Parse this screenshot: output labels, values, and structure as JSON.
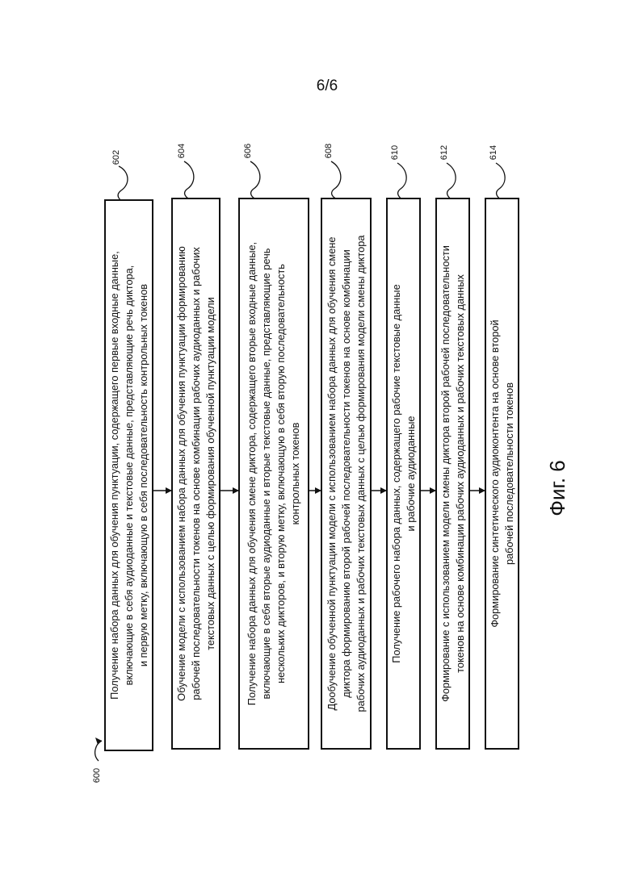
{
  "page_number": "6/6",
  "figure_caption": "Фиг. 6",
  "figure_ref": "600",
  "steps": [
    {
      "ref": "602",
      "text": "Получение набора данных для обучения пунктуации, содержащего первые входные данные,\nвключающие в себя аудиоданные и текстовые данные, представляющие речь диктора,\nи первую метку, включающую в себя последовательность контрольных токенов"
    },
    {
      "ref": "604",
      "text": "Обучение модели с использованием набора данных для обучения пунктуации формированию\nрабочей последовательности токенов на основе комбинации рабочих аудиоданных и рабочих\nтекстовых данных с целью формирования обученной пунктуации модели"
    },
    {
      "ref": "606",
      "text": "Получение набора данных для обучения смене диктора, содержащего вторые входные данные,\nвключающие в себя вторые аудиоданные и вторые текстовые данные, представляющие речь\nнескольких дикторов, и вторую метку, включающую в себя вторую последовательность\nконтрольных токенов"
    },
    {
      "ref": "608",
      "text": "Дообучение обученной пунктуации модели с использованием набора данных для обучения смене\nдиктора формированию второй рабочей последовательности токенов на основе комбинации\nрабочих аудиоданных и рабочих текстовых данных с целью формирования модели смены диктора"
    },
    {
      "ref": "610",
      "text": "Получение рабочего набора данных, содержащего рабочие текстовые данные\nи рабочие аудиоданные"
    },
    {
      "ref": "612",
      "text": "Формирование с использованием модели смены диктора второй рабочей последовательности\nтокенов на основе комбинации рабочих аудиоданных и рабочих текстовых данных"
    },
    {
      "ref": "614",
      "text": "Формирование синтетического аудиоконтента на основе второй\nрабочей последовательности токенов"
    }
  ]
}
